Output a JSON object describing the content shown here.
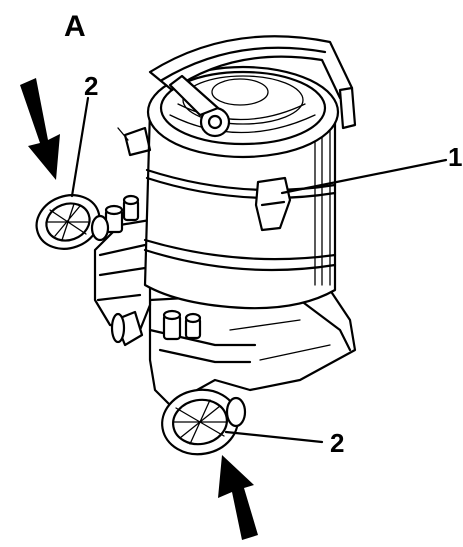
{
  "figure": {
    "panel_label": "A",
    "callouts": [
      {
        "number": "1"
      },
      {
        "number": "2"
      },
      {
        "number": "2"
      }
    ]
  }
}
